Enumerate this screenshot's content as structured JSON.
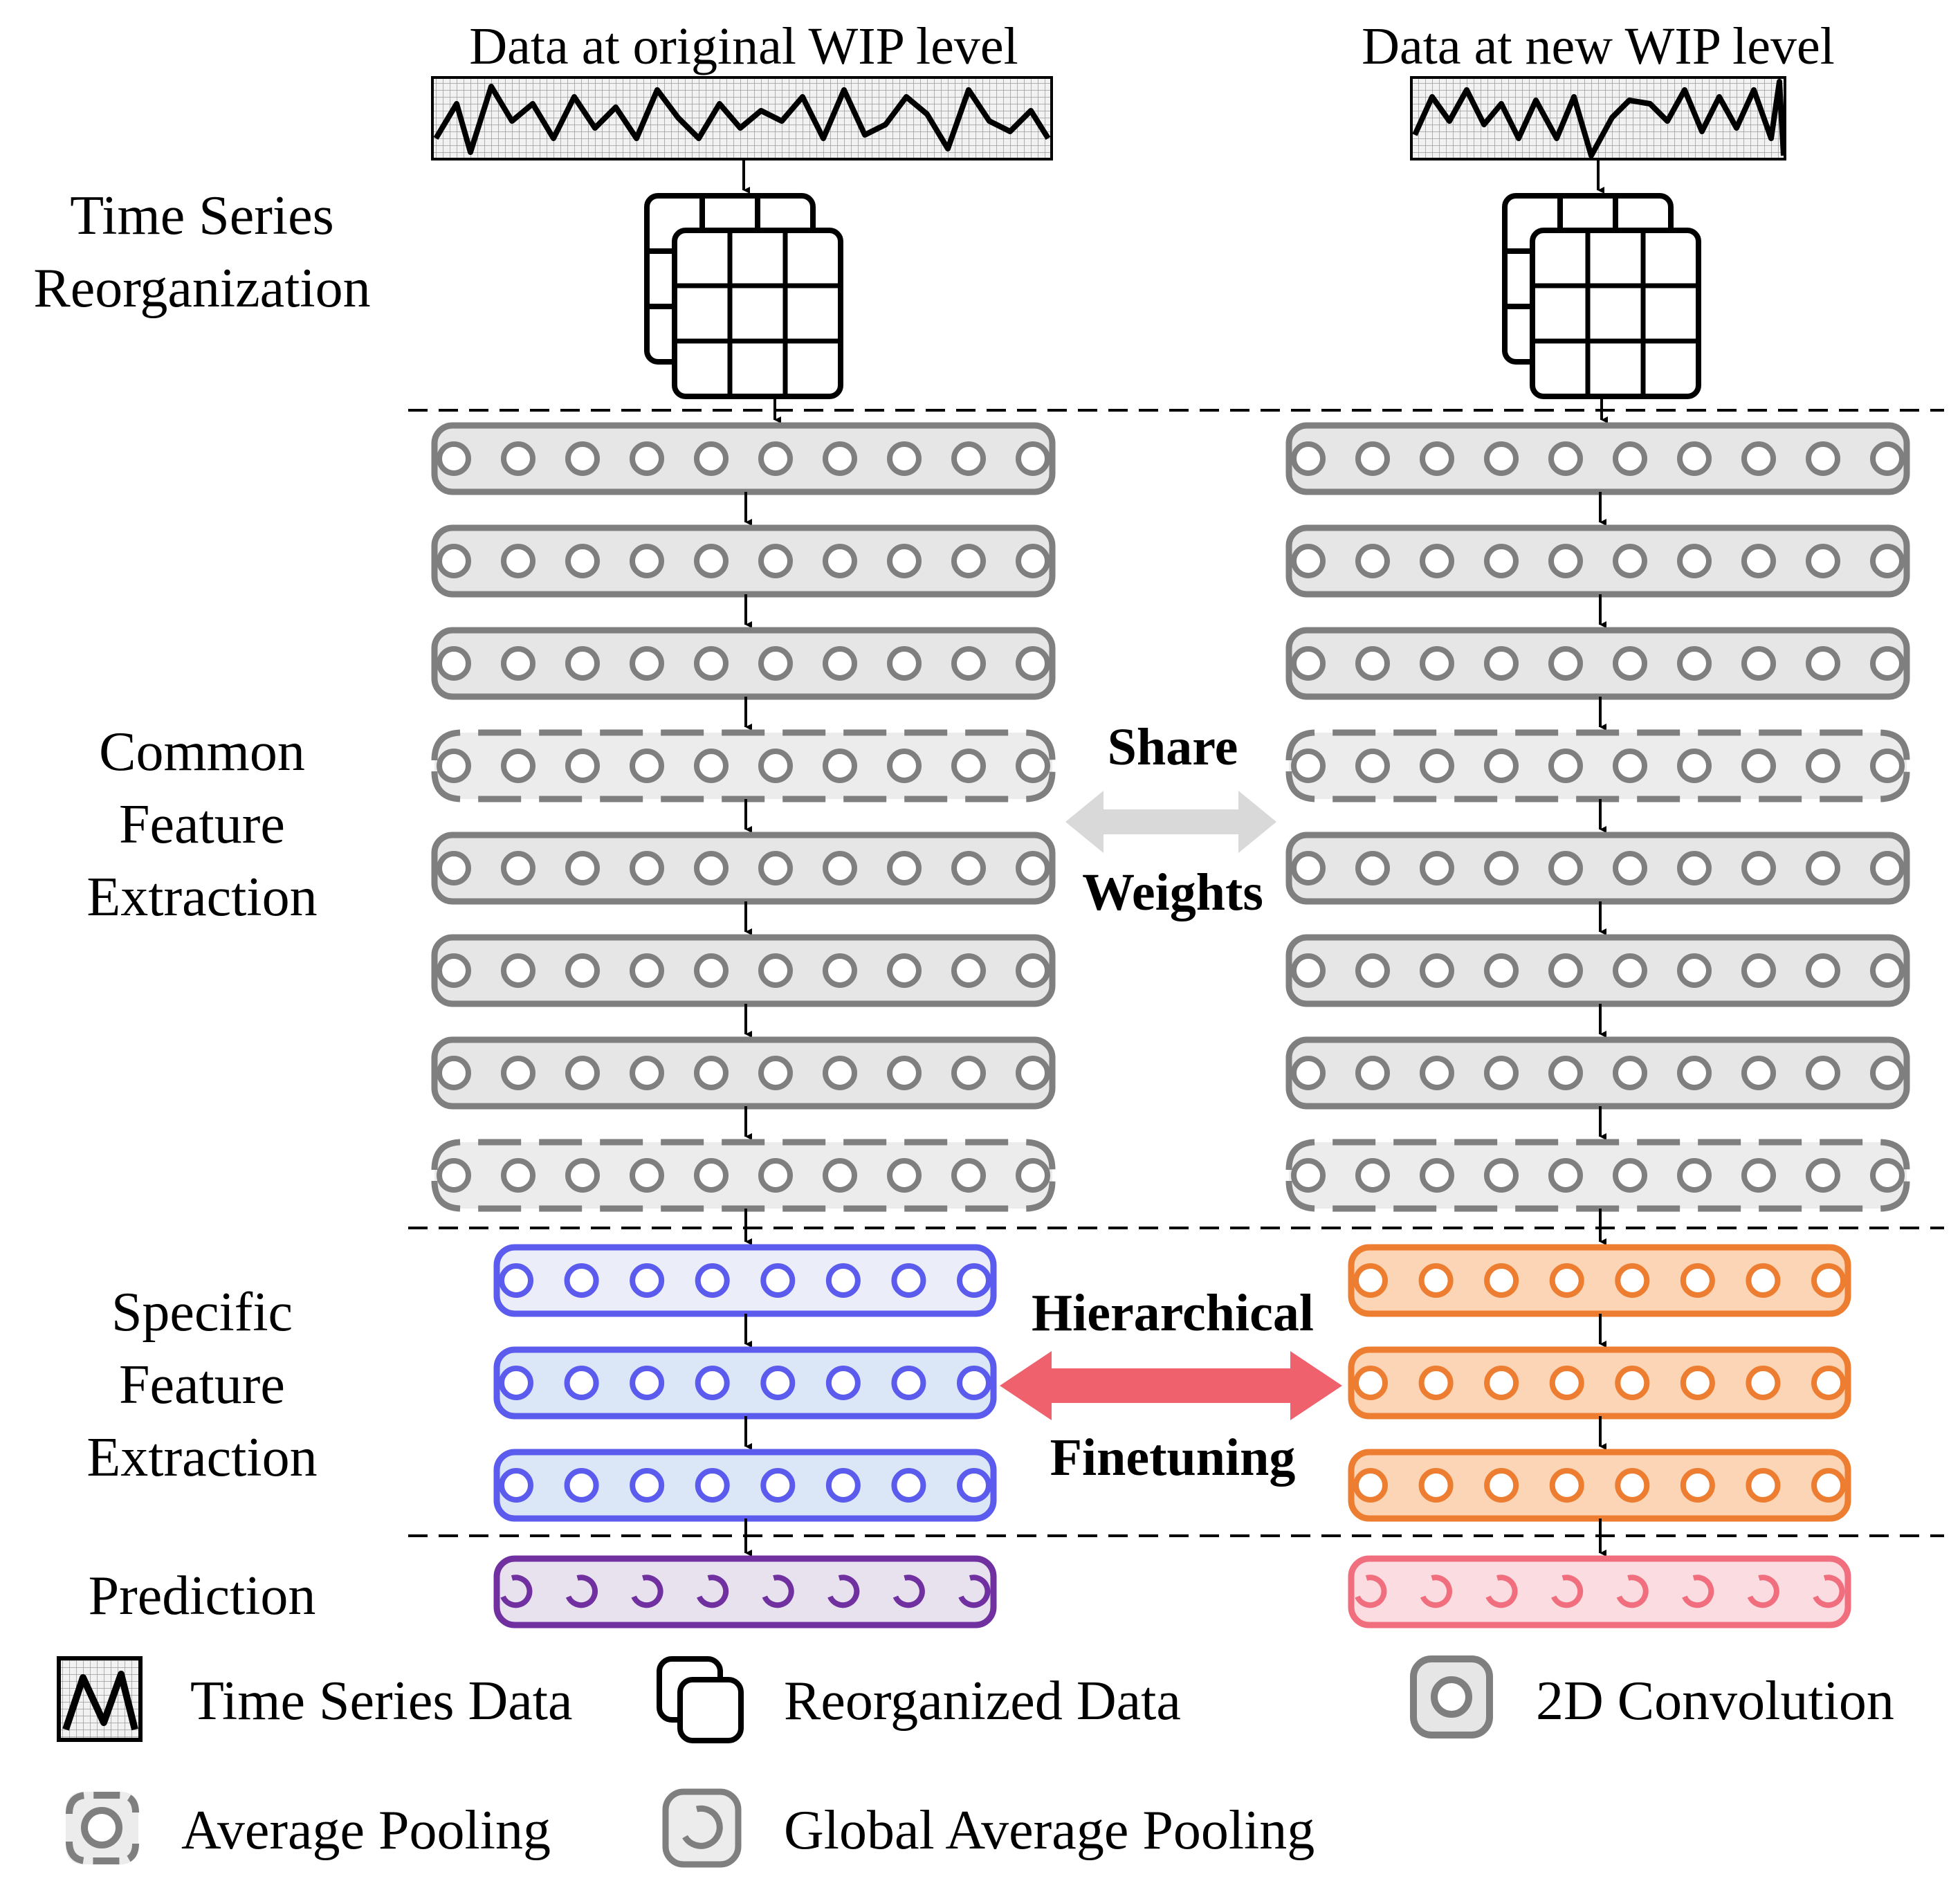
{
  "inputs": {
    "left_title": "Data at original WIP level",
    "right_title": "Data at new WIP level"
  },
  "stages": {
    "reorg_line1": "Time Series",
    "reorg_line2": "Reorganization",
    "common_line1": "Common",
    "common_line2": "Feature",
    "common_line3": "Extraction",
    "specific_line1": "Specific",
    "specific_line2": "Feature",
    "specific_line3": "Extraction",
    "prediction": "Prediction"
  },
  "connections": {
    "share_line1": "Share",
    "share_line2": "Weights",
    "finetune_line1": "Hierarchical",
    "finetune_line2": "Finetuning"
  },
  "legend": {
    "time_series": "Time Series Data",
    "reorganized": "Reorganized Data",
    "conv": "2D Convolution",
    "avg_pool": "Average Pooling",
    "gap": "Global Average Pooling"
  },
  "layers": {
    "common_kinds": [
      "conv",
      "conv",
      "conv",
      "avgpool",
      "conv",
      "conv",
      "conv",
      "avgpool"
    ],
    "common_units": 10,
    "specific_units": 8,
    "specific_count": 3
  },
  "colors": {
    "conv_stroke": "#7f7f7f",
    "conv_fill": "#e6e6e6",
    "blue_stroke": "#5b5bee",
    "blue_fill": "#dbe7f7",
    "orange_stroke": "#ed7d31",
    "orange_fill": "#fbd5b5",
    "purple_stroke": "#7030a0",
    "purple_fill": "#e8e2ef",
    "pink_stroke": "#f06e7e",
    "pink_fill": "#fbdce0",
    "share_arrow": "#d9d9d9",
    "finetune_arrow": "#f0616e"
  }
}
